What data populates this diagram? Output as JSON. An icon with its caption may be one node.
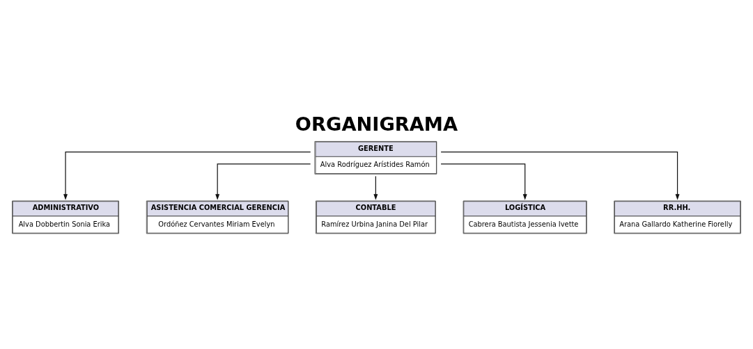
{
  "diagram": {
    "title": "ORGANIGRAMA",
    "nodes": [
      {
        "text": [
          "GERENTE",
          "Alva Rodríguez Arístides Ramón"
        ]
      },
      {
        "text": [
          "ADMINISTRATIVO",
          "Alva Dobbertin Sonia Erika"
        ]
      },
      {
        "text": [
          "ASISTENCIA COMERCIAL GERENCIA",
          "Ordóñez Cervantes Miriam Evelyn"
        ]
      },
      {
        "text": [
          "CONTABLE",
          "Ramírez Urbina Janina Del Pilar"
        ]
      },
      {
        "text": [
          "LOGÍSTICA",
          "Cabrera Bautista Jessenia Ivette"
        ]
      },
      {
        "text": [
          "RR.HH.",
          "Arana Gallardo Katherine Fiorelly"
        ]
      }
    ],
    "edges": [
      {
        "from": 0,
        "to": 1,
        "arrow": "to"
      },
      {
        "from": 0,
        "to": 2,
        "arrow": "to"
      },
      {
        "from": 0,
        "to": 3,
        "arrow": "to"
      },
      {
        "from": 0,
        "to": 4,
        "arrow": "to"
      },
      {
        "from": 0,
        "to": 5,
        "arrow": "to"
      }
    ]
  }
}
